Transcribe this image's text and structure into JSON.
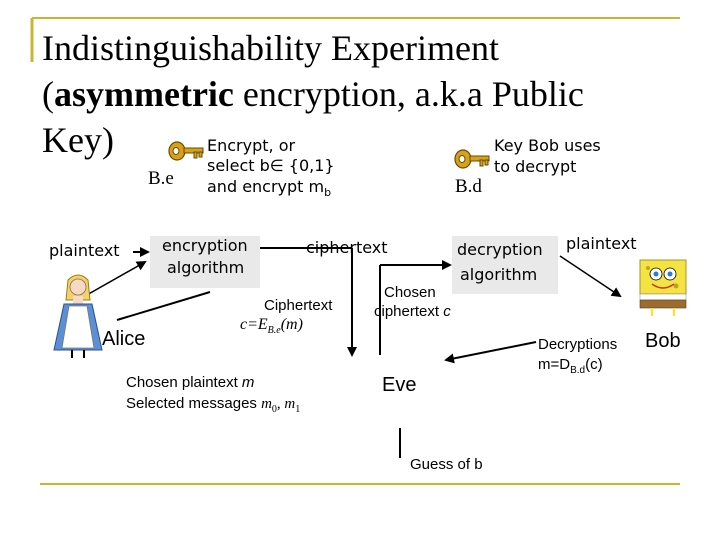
{
  "slide": {
    "title_line1": "Indistinguishability Experiment",
    "title_paren_open": "(",
    "title_bold": "asymmetric",
    "title_line2_rest": " encryption, a.k.a Public",
    "title_line3": "Key)"
  },
  "left_key": {
    "label": "B.e",
    "note_line1": "Encrypt, or",
    "note_line2_prefix": "select b",
    "note_line2_symbol": "∈",
    "note_line2_set": " {0,1}",
    "note_line3_prefix": "and encrypt m",
    "note_line3_sub": "b"
  },
  "right_key": {
    "label": "B.d",
    "note_line1": "Key Bob uses",
    "note_line2": "to decrypt"
  },
  "diagram": {
    "plaintext_left": "plaintext",
    "encryption_line1": "encryption",
    "encryption_line2": "algorithm",
    "ciphertext": "ciphertext",
    "decryption_line1": "decryption",
    "decryption_line2": "algorithm",
    "plaintext_right": "plaintext",
    "alice": "Alice",
    "bob": "Bob",
    "ciphertext_note": "Ciphertext",
    "ciphertext_formula_c": "c=E",
    "ciphertext_formula_sub": "B.e",
    "ciphertext_formula_m": "(m)",
    "chosen_ct_line1": "Chosen",
    "chosen_ct_line2_prefix": "ciphertext ",
    "chosen_ct_line2_var": "c",
    "chosen_pt_prefix": "Chosen plaintext ",
    "chosen_pt_var": "m",
    "selected_prefix": "Selected messages ",
    "selected_m0": "m",
    "selected_m0_sub": "0",
    "selected_comma": ", ",
    "selected_m1": "m",
    "selected_m1_sub": "1",
    "eve": "Eve",
    "decryptions_line1": "Decryptions",
    "decryptions_line2_prefix": "m=D",
    "decryptions_line2_sub": "B.d",
    "decryptions_line2_suffix": "(c)",
    "guess": "Guess of b"
  },
  "colors": {
    "border_accent": "#c9b534",
    "box_fill": "#e9e9e9",
    "key_gold": "#d7a21a"
  },
  "icons": [
    "key-icon",
    "alice-figure",
    "spongebob-figure"
  ]
}
